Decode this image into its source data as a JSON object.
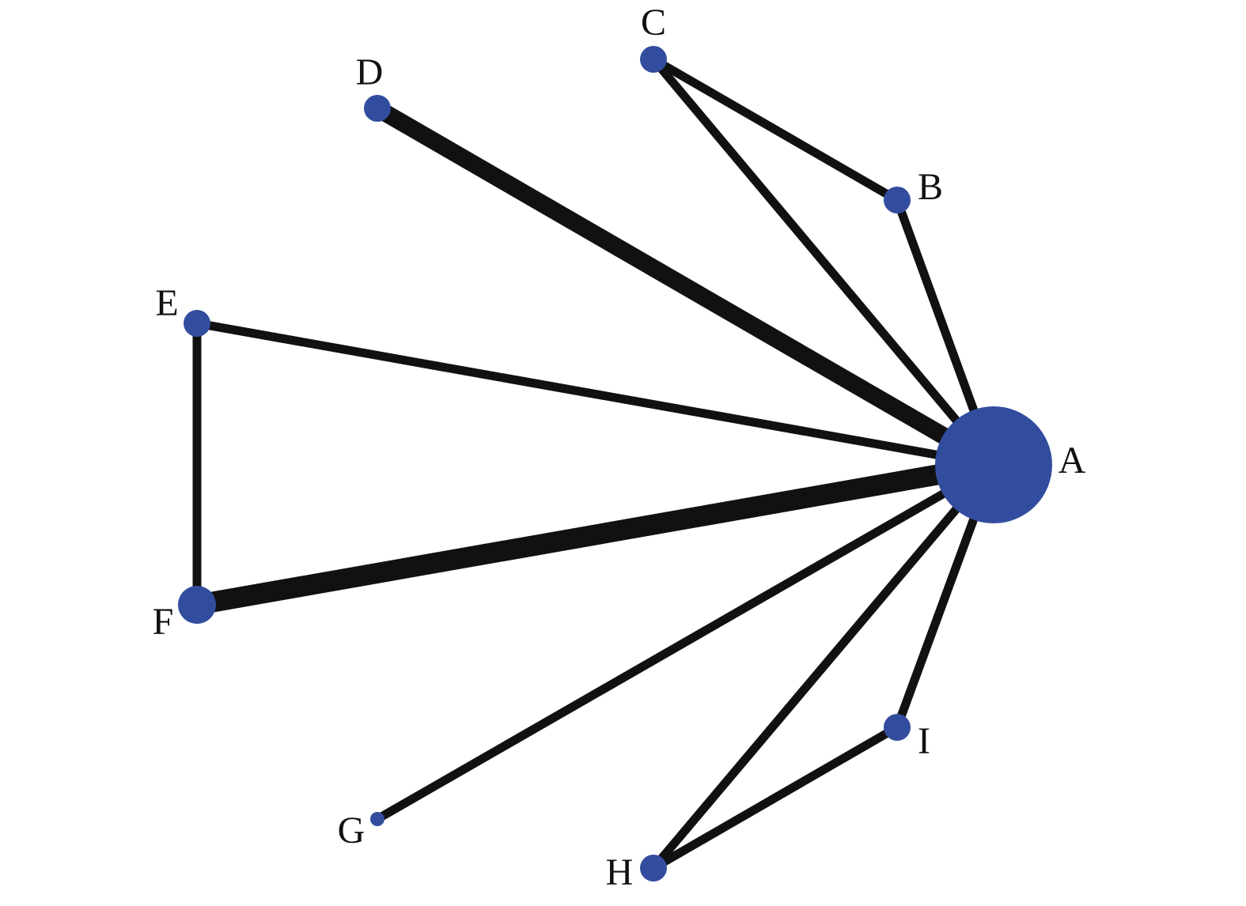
{
  "diagram": {
    "type": "network",
    "colors": {
      "node": "#334d9e",
      "edge": "#111111",
      "label": "#111111"
    },
    "nodes": [
      {
        "id": "A",
        "label": "A"
      },
      {
        "id": "B",
        "label": "B"
      },
      {
        "id": "C",
        "label": "C"
      },
      {
        "id": "D",
        "label": "D"
      },
      {
        "id": "E",
        "label": "E"
      },
      {
        "id": "F",
        "label": "F"
      },
      {
        "id": "G",
        "label": "G"
      },
      {
        "id": "H",
        "label": "H"
      },
      {
        "id": "I",
        "label": "I"
      }
    ],
    "edges": [
      {
        "from": "A",
        "to": "B"
      },
      {
        "from": "A",
        "to": "C"
      },
      {
        "from": "A",
        "to": "D"
      },
      {
        "from": "A",
        "to": "E"
      },
      {
        "from": "A",
        "to": "F"
      },
      {
        "from": "A",
        "to": "G"
      },
      {
        "from": "A",
        "to": "H"
      },
      {
        "from": "A",
        "to": "I"
      },
      {
        "from": "B",
        "to": "C"
      },
      {
        "from": "E",
        "to": "F"
      },
      {
        "from": "H",
        "to": "I"
      }
    ]
  }
}
